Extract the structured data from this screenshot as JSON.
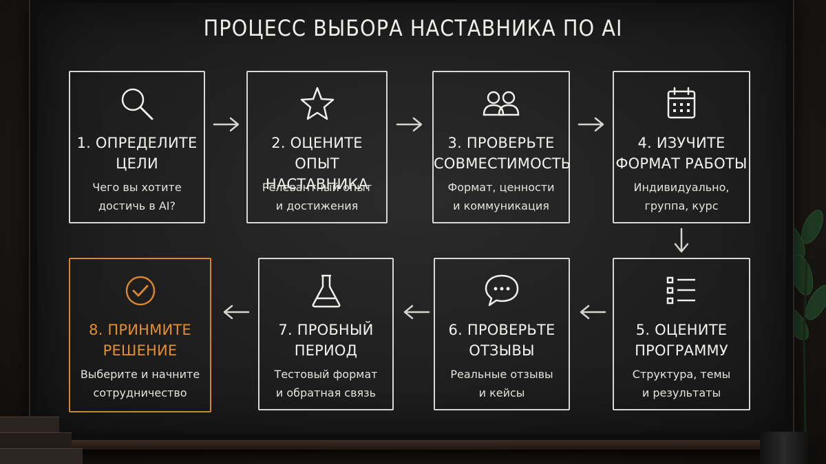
{
  "title": "ПРОЦЕСС ВЫБОРА НАСТАВНИКА ПО AI",
  "accent_color": "#d8862e",
  "steps": [
    {
      "name": "1. ОПРЕДЕЛИТЕ\nЦЕЛИ",
      "desc": "Чего вы хотите\nдостичь в AI?",
      "icon": "magnifier-icon"
    },
    {
      "name": "2. ОЦЕНИТЕ\nОПЫТ НАСТАВНИКА",
      "desc": "Релевантный опыт\nи достижения",
      "icon": "star-icon"
    },
    {
      "name": "3. ПРОВЕРЬТЕ\nСОВМЕСТИМОСТЬ",
      "desc": "Формат, ценности\nи коммуникация",
      "icon": "people-icon"
    },
    {
      "name": "4. ИЗУЧИТЕ\nФОРМАТ РАБОТЫ",
      "desc": "Индивидуально,\nгруппа, курс",
      "icon": "calendar-icon"
    },
    {
      "name": "5. ОЦЕНИТЕ\nПРОГРАММУ",
      "desc": "Структура, темы\nи результаты",
      "icon": "checklist-icon"
    },
    {
      "name": "6. ПРОВЕРЬТЕ\nОТЗЫВЫ",
      "desc": "Реальные отзывы\nи кейсы",
      "icon": "chat-bubble-icon"
    },
    {
      "name": "7. ПРОБНЫЙ\nПЕРИОД",
      "desc": "Тестовый формат\nи обратная связь",
      "icon": "flask-icon"
    },
    {
      "name": "8. ПРИНМИТЕ\nРЕШЕНИЕ",
      "desc": "Выберите и начните\nсотрудничество",
      "icon": "check-circle-icon"
    }
  ]
}
